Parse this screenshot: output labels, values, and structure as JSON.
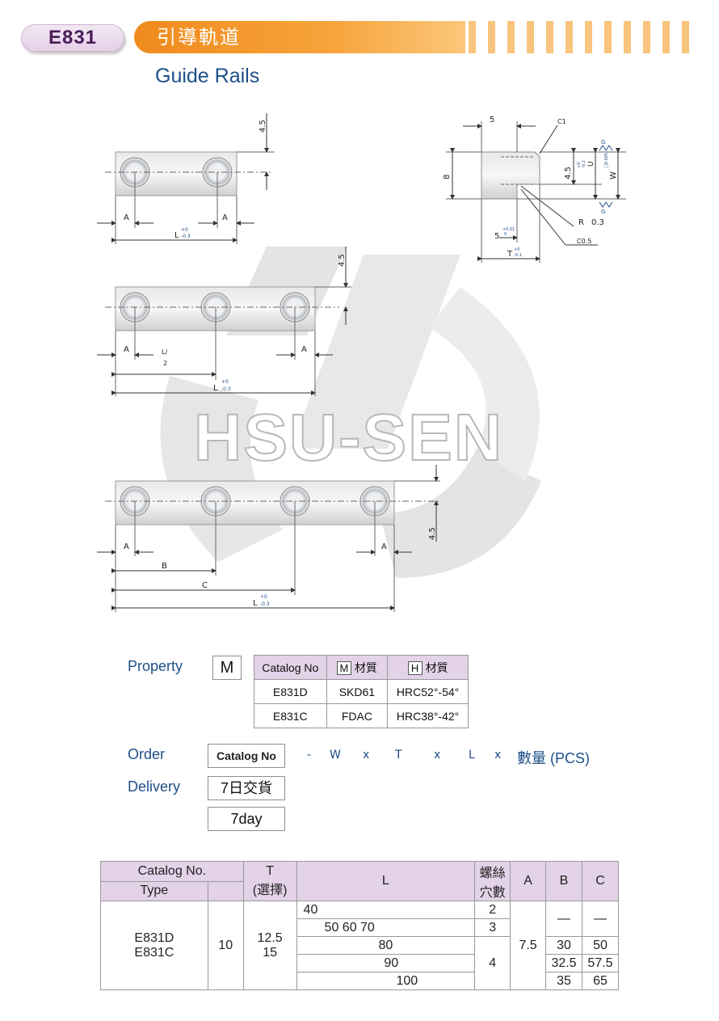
{
  "header": {
    "code": "E831",
    "title_cn": "引導軌道",
    "title_en": "Guide Rails"
  },
  "watermark": {
    "text": "HSU-SEN"
  },
  "drawing": {
    "d45": "4.5",
    "a": "A",
    "b": "B",
    "c": "C",
    "l": "L",
    "l_tol_plus": "+0",
    "l_tol_minus": "-0.3",
    "l_half_top": "L/",
    "l_half_bot": "2",
    "section": {
      "d5": "5",
      "d8": "8",
      "c1": "C1",
      "r03": "R",
      "r03_val": "0.3",
      "c05": "C0.5",
      "u": "U",
      "w": "W",
      "g": "G",
      "t": "T",
      "t_plus": "+0",
      "t_minus": "-0.1",
      "d5b_plus": "+0.01",
      "d5b_minus": "0",
      "u_plus": "+0",
      "u_minus": "-0.2",
      "sq": "□0.005"
    }
  },
  "property": {
    "label": "Property",
    "code": "M",
    "headers": [
      "Catalog No",
      "M",
      "材質",
      "H",
      "材質"
    ],
    "rows": [
      {
        "catalog": "E831D",
        "material": "SKD61",
        "hardness": "HRC52°-54°"
      },
      {
        "catalog": "E831C",
        "material": "FDAC",
        "hardness": "HRC38°-42°"
      }
    ]
  },
  "order": {
    "label": "Order",
    "catalog_box": "Catalog No",
    "items": [
      "-",
      "W",
      "x",
      "T",
      "x",
      "L",
      "x"
    ],
    "qty": "數量 (PCS)"
  },
  "delivery": {
    "label": "Delivery",
    "cn": "7日交貨",
    "en": "7day"
  },
  "spec": {
    "h_catalog": "Catalog No.",
    "h_type": "Type",
    "h_t": "T",
    "h_t_sub": "(選擇)",
    "h_l": "L",
    "h_holes": "螺絲",
    "h_holes_sub": "穴數",
    "h_a": "A",
    "h_b": "B",
    "h_c": "C",
    "type1": "E831D",
    "type2": "E831C",
    "w": "10",
    "t1": "12.5",
    "t2": "15",
    "rows": [
      {
        "l": "40",
        "holes": "2"
      },
      {
        "l": "50 60 70",
        "holes": "3"
      },
      {
        "l": "80",
        "b": "30",
        "c": "50"
      },
      {
        "l": "90",
        "b": "32.5",
        "c": "57.5"
      },
      {
        "l": "100",
        "b": "35",
        "c": "65"
      }
    ],
    "holes_4": "4",
    "a_val": "7.5",
    "dash": "—"
  }
}
